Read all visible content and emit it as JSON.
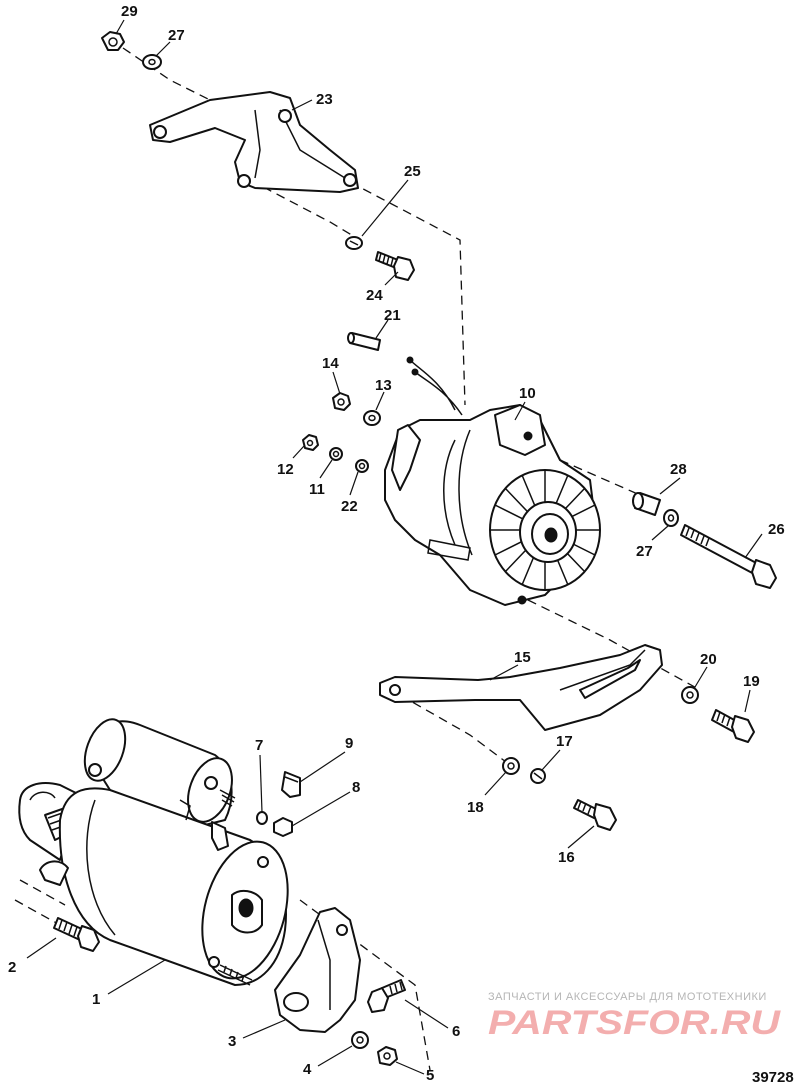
{
  "callouts": {
    "c1": "1",
    "c2": "2",
    "c3": "3",
    "c4": "4",
    "c5": "5",
    "c6": "6",
    "c7": "7",
    "c8": "8",
    "c9": "9",
    "c10": "10",
    "c11": "11",
    "c12": "12",
    "c13": "13",
    "c14": "14",
    "c15": "15",
    "c16": "16",
    "c17": "17",
    "c18": "18",
    "c19": "19",
    "c20": "20",
    "c21": "21",
    "c22": "22",
    "c23": "23",
    "c24": "24",
    "c25": "25",
    "c26": "26",
    "c27a": "27",
    "c27b": "27",
    "c28": "28",
    "c29": "29"
  },
  "watermark": {
    "caption": "ЗАПЧАСТИ И АКСЕССУАРЫ ДЛЯ МОТОТЕХНИКИ",
    "logo": "PARTSFOR.RU"
  },
  "figure_id": "39728"
}
